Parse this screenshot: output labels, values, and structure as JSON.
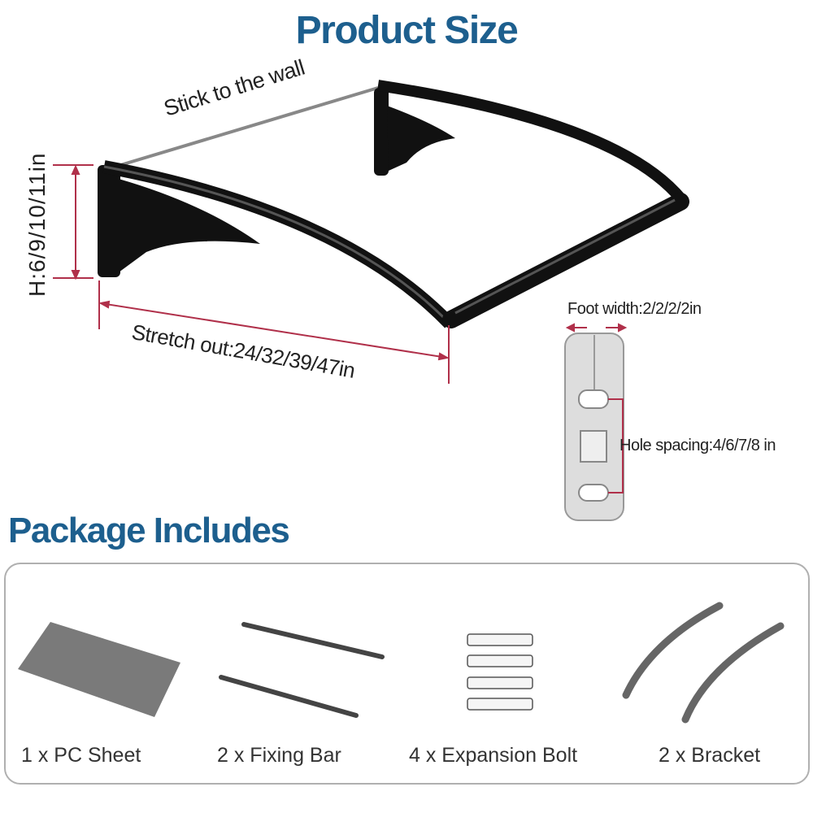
{
  "product_size": {
    "title": "Product Size",
    "wall_label": "Stick to the wall",
    "height_label": "H:6/9/10/11in",
    "stretch_label": "Stretch out:24/32/39/47in",
    "foot_width_label": "Foot width:2/2/2/2in",
    "hole_spacing_label": "Hole spacing:4/6/7/8 in"
  },
  "package": {
    "title": "Package Includes",
    "items": [
      {
        "label": "1 x PC Sheet"
      },
      {
        "label": "2 x Fixing Bar"
      },
      {
        "label": "4 x Expansion Bolt"
      },
      {
        "label": "2 x Bracket"
      }
    ]
  },
  "colors": {
    "title": "#1d5f8e",
    "dimension": "#b0304a"
  }
}
